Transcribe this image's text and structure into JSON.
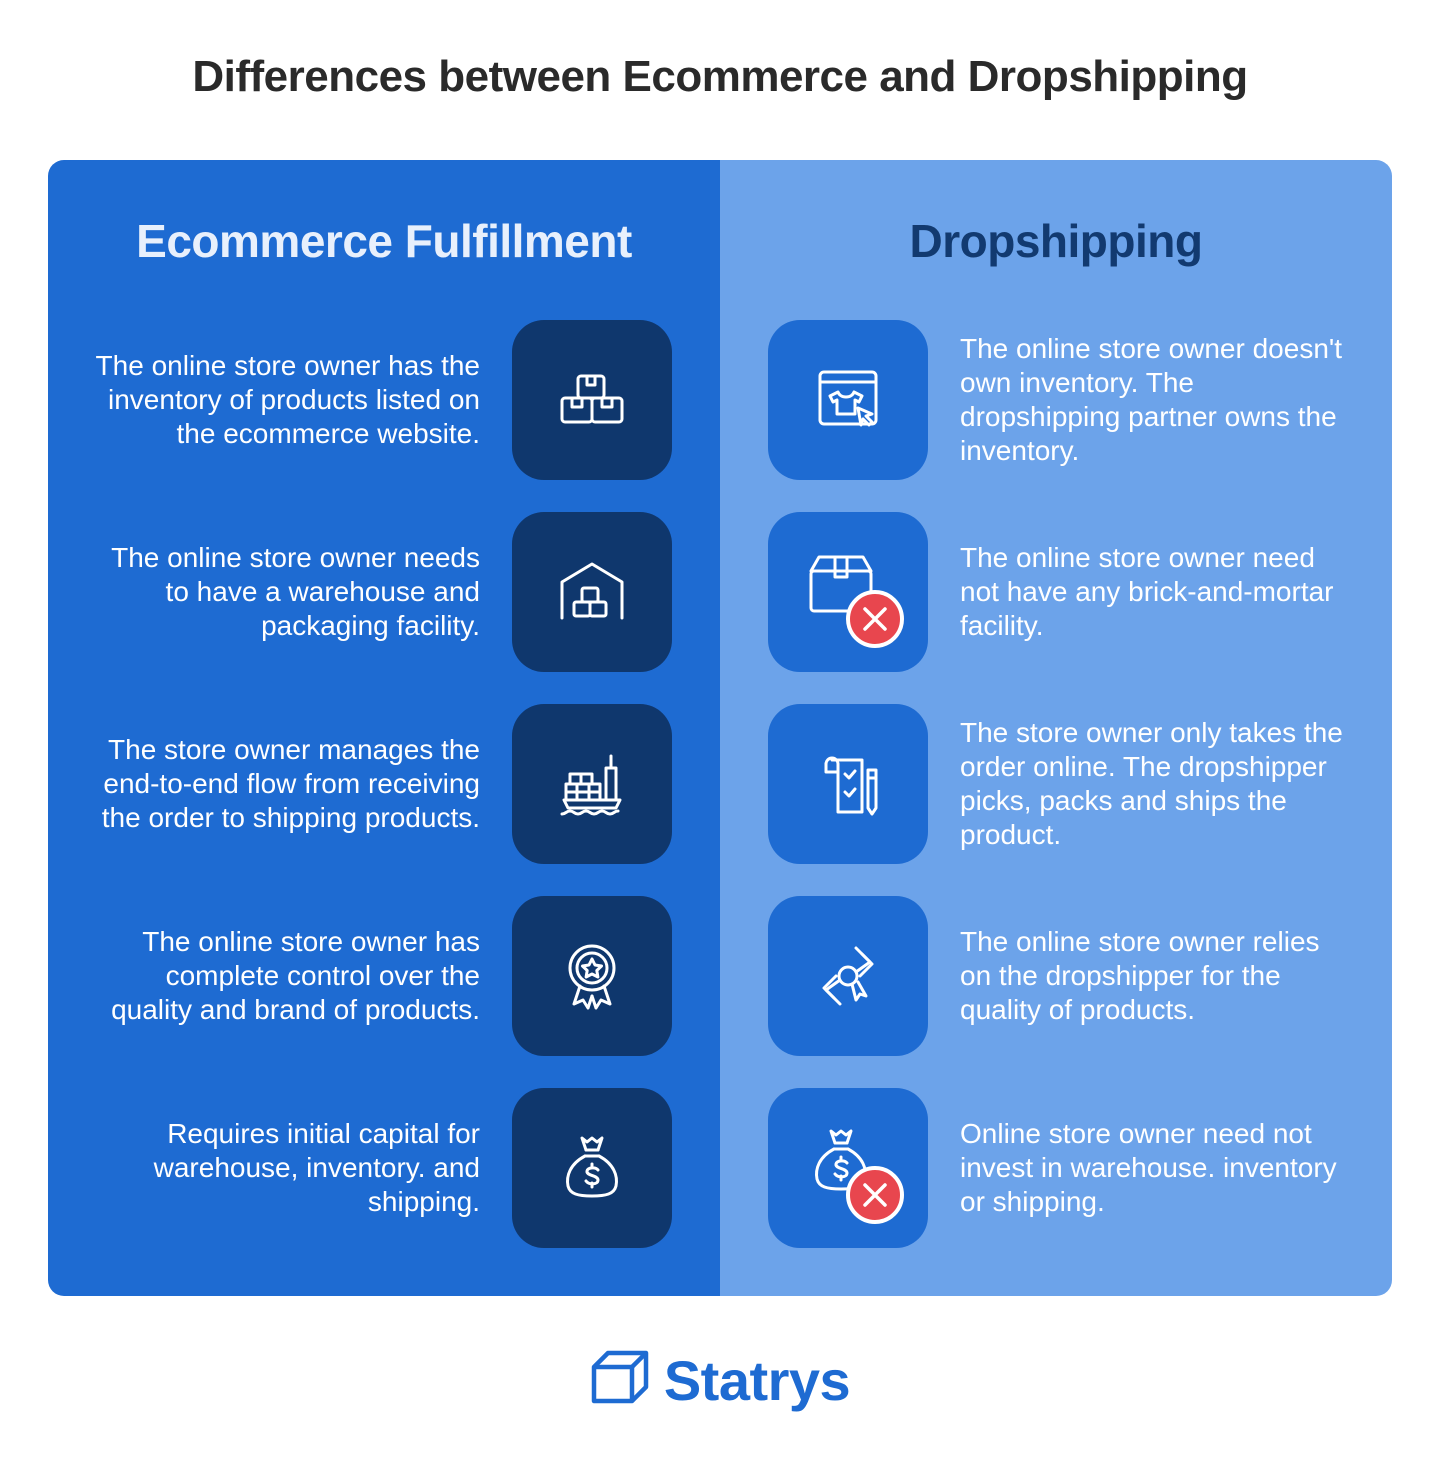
{
  "title": "Differences between Ecommerce and Dropshipping",
  "colors": {
    "left_bg": "#1e6bd2",
    "right_bg": "#6ca3ea",
    "left_icon_tile": "#0f376d",
    "right_icon_tile": "#1e6bd2",
    "cross_badge": "#e8464e",
    "brand": "#1e6bd2"
  },
  "left": {
    "heading": "Ecommerce Fulfillment",
    "rows": [
      {
        "text": "The online store owner has the inventory of products listed on the ecommerce website.",
        "icon": "boxes-icon"
      },
      {
        "text": "The online store owner needs to have a warehouse and packaging facility.",
        "icon": "warehouse-icon"
      },
      {
        "text": "The store owner manages the end-to-end flow from receiving the order to shipping products.",
        "icon": "cargo-ship-icon"
      },
      {
        "text": "The online store owner has complete control over the quality and brand of products.",
        "icon": "quality-badge-icon"
      },
      {
        "text": "Requires initial capital for warehouse, inventory. and shipping.",
        "icon": "money-bag-icon"
      }
    ]
  },
  "right": {
    "heading": "Dropshipping",
    "rows": [
      {
        "text": "The online store owner doesn't own inventory. The dropshipping partner owns the inventory.",
        "icon": "online-shop-icon"
      },
      {
        "text": "The online store owner need not have any brick-and-mortar facility.",
        "icon": "box-crossed-icon"
      },
      {
        "text": "The store owner only takes the order online. The dropshipper picks, packs and ships the product.",
        "icon": "order-checklist-icon"
      },
      {
        "text": "The online store owner relies on the dropshipper for the quality of products.",
        "icon": "certificate-ribbon-icon"
      },
      {
        "text": "Online store owner need not invest in warehouse. inventory or shipping.",
        "icon": "money-bag-crossed-icon"
      }
    ]
  },
  "footer": {
    "brand": "Statrys",
    "icon": "statrys-logo-icon"
  }
}
